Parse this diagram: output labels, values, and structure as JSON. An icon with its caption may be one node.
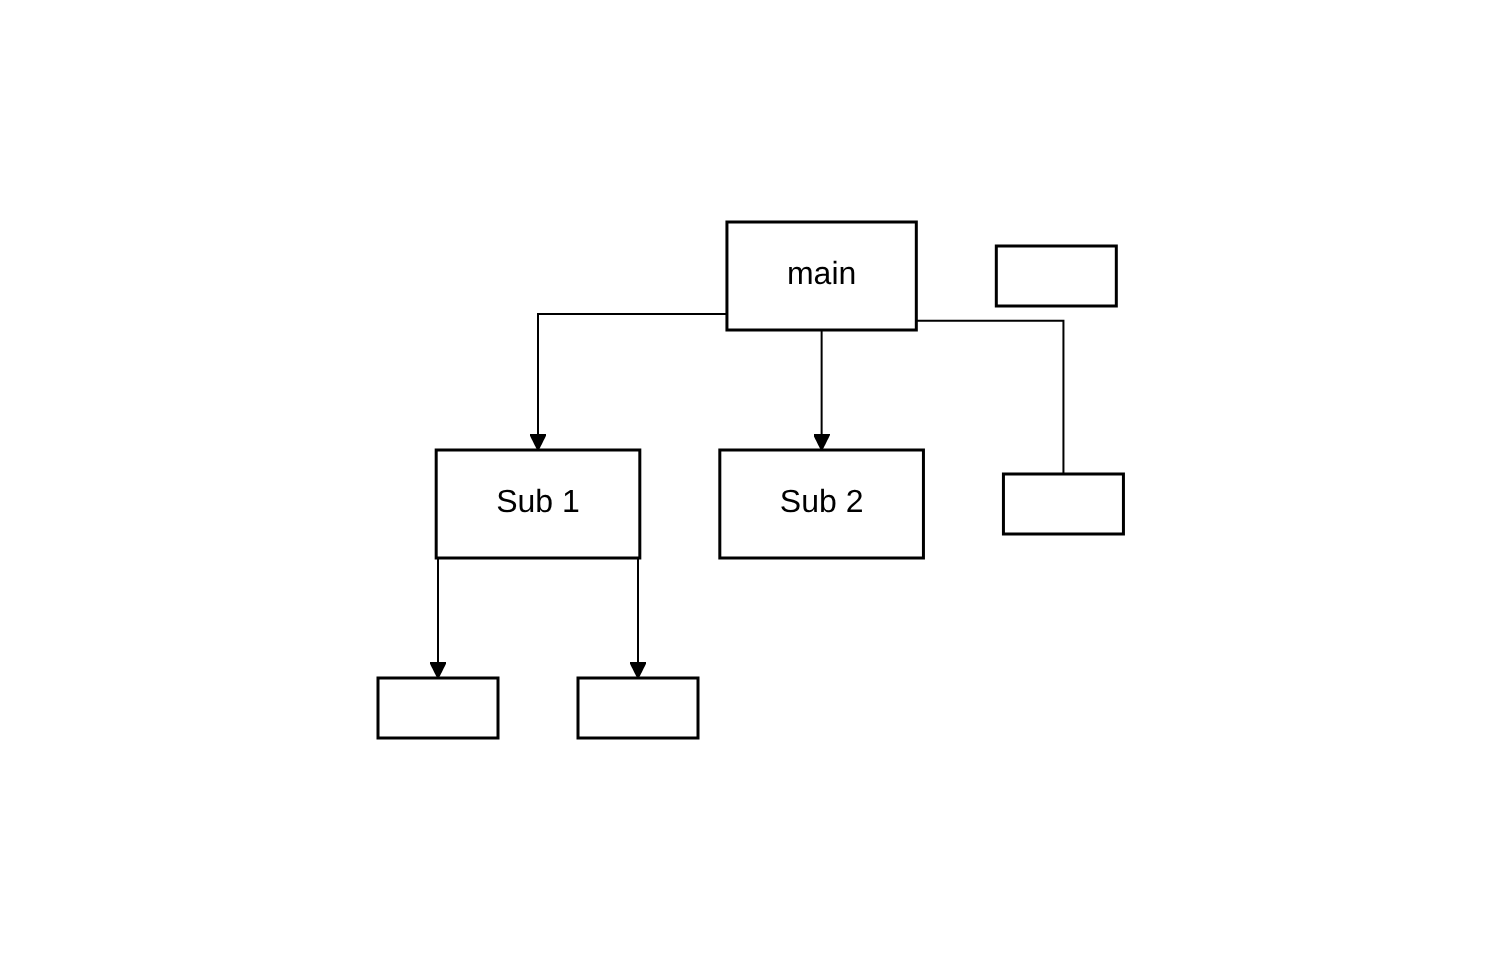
{
  "diagram": {
    "nodes": [
      {
        "text": [
          "main"
        ]
      },
      {
        "text": [
          "Sub 1"
        ]
      },
      {
        "text": [
          "Sub 2"
        ]
      },
      {
        "text": [],
        "shape": "box"
      },
      {
        "text": [],
        "shape": "box"
      },
      {
        "text": [],
        "shape": "box"
      },
      {
        "text": [],
        "shape": "box"
      }
    ],
    "edges": [
      {
        "from": 0,
        "to": 1,
        "arrow": "to"
      },
      {
        "from": 0,
        "to": 2,
        "arrow": "to"
      },
      {
        "from": 0,
        "to": 3,
        "arrow": "none"
      },
      {
        "from": 1,
        "to": 4,
        "arrow": "to"
      },
      {
        "from": 1,
        "to": 5,
        "arrow": "to"
      }
    ]
  }
}
